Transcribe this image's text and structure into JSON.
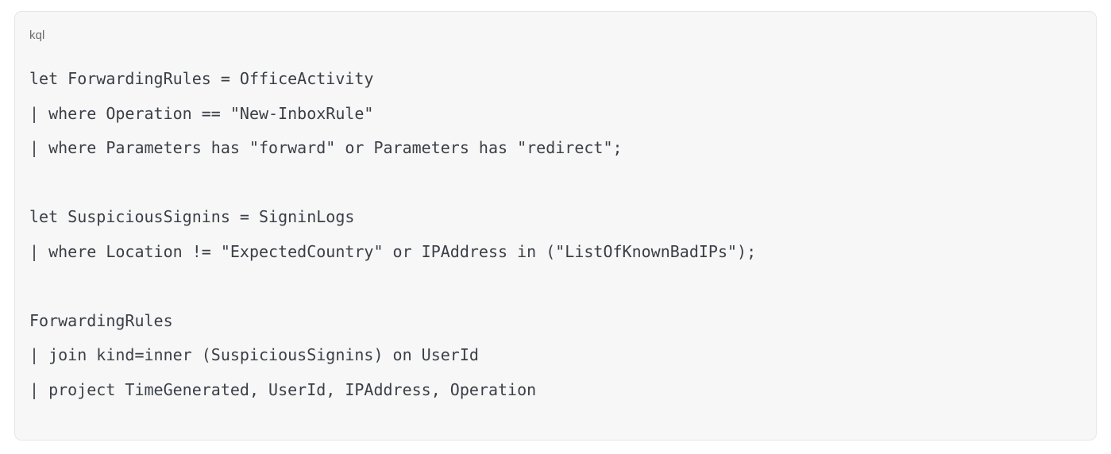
{
  "code_block": {
    "language_label": "kql",
    "language": "kql",
    "lines": [
      "let ForwardingRules = OfficeActivity",
      "| where Operation == \"New-InboxRule\"",
      "| where Parameters has \"forward\" or Parameters has \"redirect\";",
      "",
      "let SuspiciousSignins = SigninLogs",
      "| where Location != \"ExpectedCountry\" or IPAddress in (\"ListOfKnownBadIPs\");",
      "",
      "ForwardingRules",
      "| join kind=inner (SuspiciousSignins) on UserId",
      "| project TimeGenerated, UserId, IPAddress, Operation"
    ]
  },
  "colors": {
    "page_background": "#ffffff",
    "card_background": "#f7f7f7",
    "card_border": "#e6e6e6",
    "code_text": "#3a3f47",
    "label_text": "#6b6b6b"
  }
}
